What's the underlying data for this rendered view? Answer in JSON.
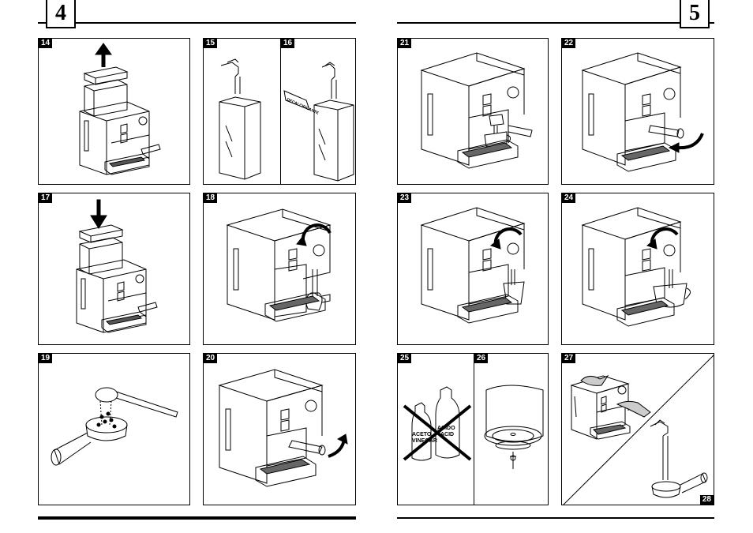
{
  "pages": {
    "left": {
      "number": "4"
    },
    "right": {
      "number": "5"
    }
  },
  "figures": {
    "f14": "14",
    "f15": "15",
    "f16": "16",
    "f17": "17",
    "f18": "18",
    "f19": "19",
    "f20": "20",
    "f21": "21",
    "f22": "22",
    "f23": "23",
    "f24": "24",
    "f25": "25",
    "f26": "26",
    "f27": "27",
    "f28": "28"
  },
  "labels": {
    "decalcifier": "DECALCIFICANTE",
    "aceto": "ACETO",
    "vinegar": "VINEGAR",
    "acido": "ACIDO",
    "acid": "ACID"
  }
}
